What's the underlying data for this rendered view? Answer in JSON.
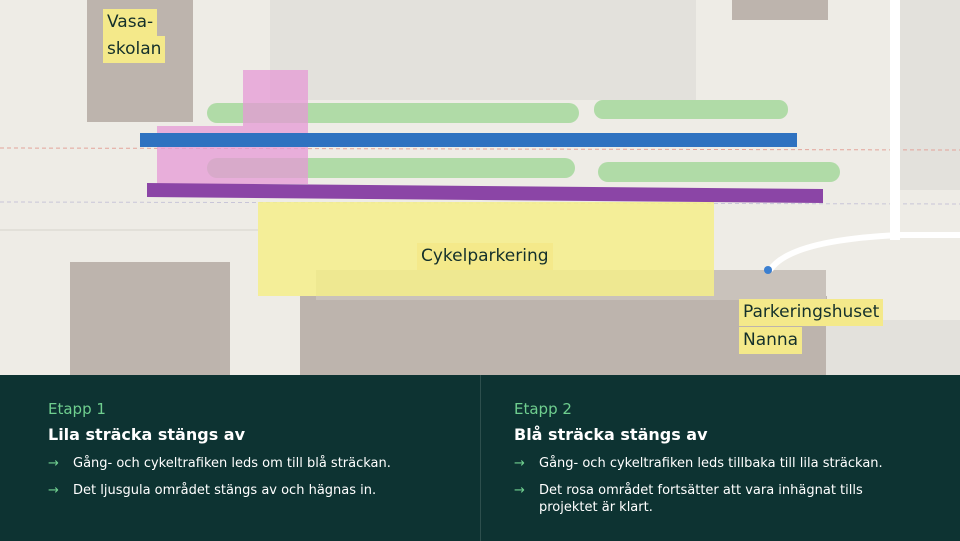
{
  "map": {
    "labels": {
      "vasaskolan_line1": "Vasa-",
      "vasaskolan_line2": "skolan",
      "cykelparkering": "Cykelparkering",
      "parkeringshuset_line1": "Parkeringshuset",
      "parkeringshuset_line2": "Nanna"
    },
    "colors": {
      "blue_route": "#2f72c0",
      "purple_route": "#8b45a6",
      "pink_area": "#e69ad6",
      "yellow_area": "#f4ee8a",
      "green_strips": "#a8d9a0",
      "buildings": "#bdb4ad"
    }
  },
  "panel": {
    "etapp1": {
      "stage": "Etapp 1",
      "heading": "Lila sträcka stängs av",
      "bullets": [
        "Gång- och cykeltrafiken leds om till blå sträckan.",
        "Det ljusgula området stängs av och hägnas in."
      ]
    },
    "etapp2": {
      "stage": "Etapp 2",
      "heading": "Blå sträcka stängs av",
      "bullets": [
        "Gång- och cykeltrafiken leds tillbaka till lila sträckan.",
        "Det rosa området fortsätter att vara inhägnat tills projektet är klart."
      ]
    },
    "arrow_icon": "→",
    "colors": {
      "background": "#0d3332",
      "accent": "#6fcf8f"
    }
  }
}
